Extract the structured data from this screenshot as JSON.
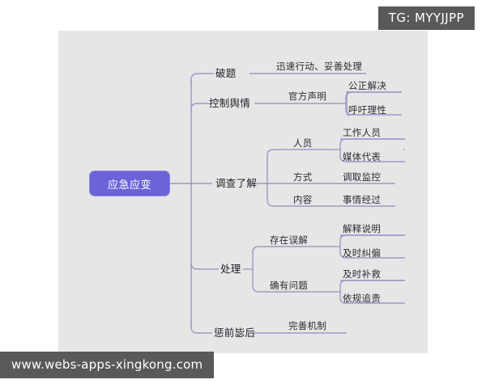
{
  "overlays": {
    "tg_badge": "TG: MYYJJPP",
    "watermark": "www.webs-apps-xingkong.com"
  },
  "colors": {
    "page_background": "#ffffff",
    "canvas_background": "#e6e6e6",
    "root_fill": "#6c63d8",
    "root_border": "#8d86e2",
    "root_text": "#ffffff",
    "connector": "#9a9ac6",
    "node_text": "#2b2b33",
    "overlay_background": "#595959",
    "overlay_text": "#ffffff"
  },
  "mindmap": {
    "root": "应急应变",
    "branches": [
      {
        "label": "破题",
        "children": [
          {
            "label": "迅速行动、妥善处理",
            "children": []
          }
        ]
      },
      {
        "label": "控制舆情",
        "children": [
          {
            "label": "官方声明",
            "children": [
              {
                "label": "公正解决"
              },
              {
                "label": "呼吁理性"
              }
            ]
          }
        ]
      },
      {
        "label": "调查了解",
        "children": [
          {
            "label": "人员",
            "children": [
              {
                "label": "工作人员"
              },
              {
                "label": "媒体代表"
              }
            ]
          },
          {
            "label": "方式",
            "children": [
              {
                "label": "调取监控"
              }
            ]
          },
          {
            "label": "内容",
            "children": [
              {
                "label": "事情经过"
              }
            ]
          }
        ]
      },
      {
        "label": "处理",
        "children": [
          {
            "label": "存在误解",
            "children": [
              {
                "label": "解释说明"
              },
              {
                "label": "及时纠偏"
              }
            ]
          },
          {
            "label": "确有问题",
            "children": [
              {
                "label": "及时补救"
              },
              {
                "label": "依规追责"
              }
            ]
          }
        ]
      },
      {
        "label": "惩前毖后",
        "children": [
          {
            "label": "完善机制",
            "children": []
          }
        ]
      }
    ]
  }
}
